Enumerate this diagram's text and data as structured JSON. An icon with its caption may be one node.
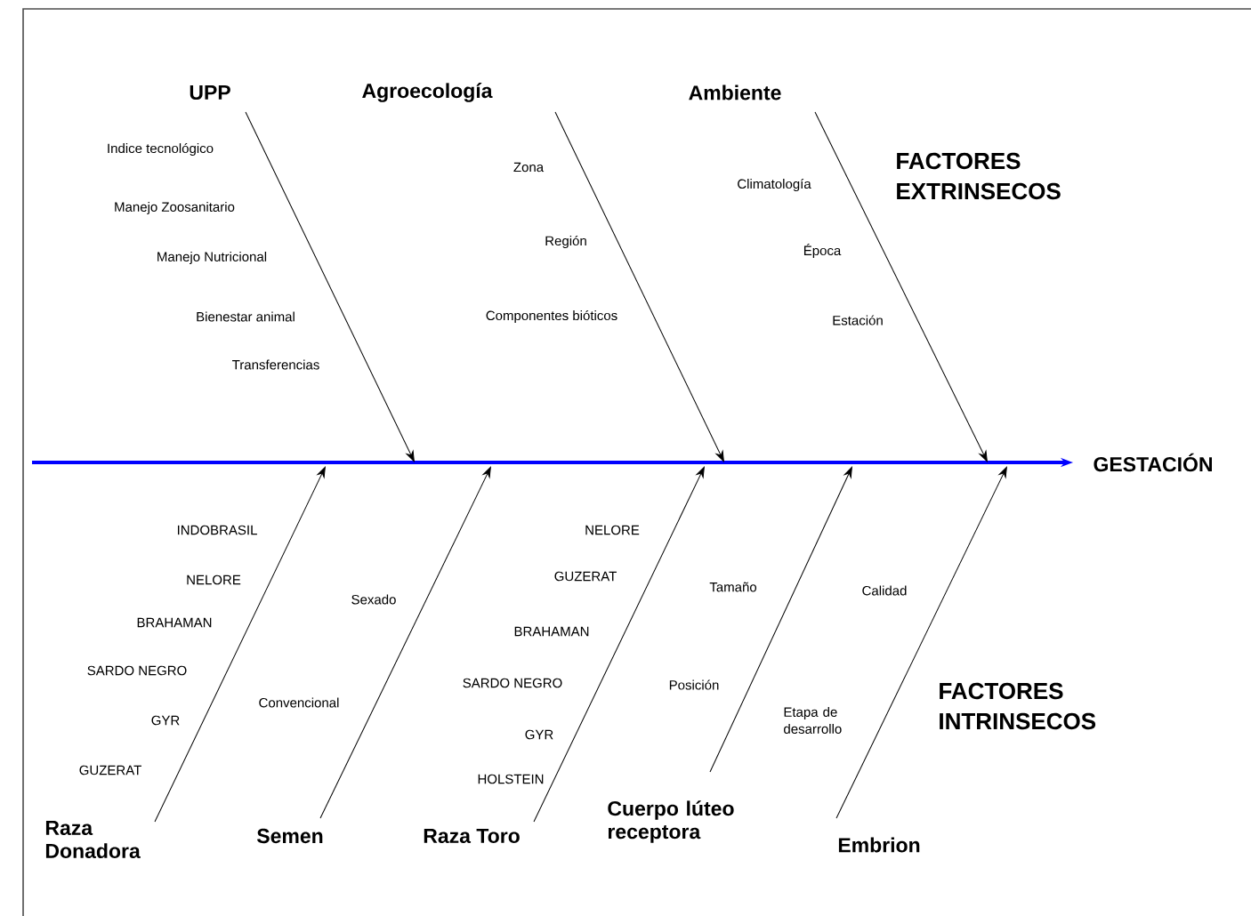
{
  "diagram": {
    "nodes": [
      {
        "text": [
          "UPP"
        ]
      },
      {
        "text": [
          "Agroecología"
        ]
      },
      {
        "text": [
          "Ambiente"
        ]
      },
      {
        "text": [
          "GESTACIÓN"
        ]
      },
      {
        "text": [
          "Raza Donadora"
        ]
      },
      {
        "text": [
          "Semen"
        ]
      },
      {
        "text": [
          "Raza Toro"
        ]
      },
      {
        "text": [
          "Cuerpo lúteo receptora"
        ]
      },
      {
        "text": [
          "Embrion"
        ]
      }
    ],
    "edges": [
      {
        "from": null,
        "to": 3,
        "arrow": "to",
        "style": "thick",
        "color": "#0000ff"
      },
      {
        "from": 0,
        "to": null,
        "arrow": "to"
      },
      {
        "from": 1,
        "to": null,
        "arrow": "to"
      },
      {
        "from": 2,
        "to": null,
        "arrow": "to"
      },
      {
        "from": 4,
        "to": null,
        "arrow": "to"
      },
      {
        "from": 5,
        "to": null,
        "arrow": "to"
      },
      {
        "from": 6,
        "to": null,
        "arrow": "to"
      },
      {
        "from": 7,
        "to": null,
        "arrow": "to"
      },
      {
        "from": 8,
        "to": null,
        "arrow": "to"
      }
    ],
    "labels": [
      "Indice tecnológico",
      "Manejo Zoosanitario",
      "Manejo Nutricional",
      "Bienestar animal",
      "Transferencias",
      "Zona",
      "Región",
      "Componentes bióticos",
      "Climatología",
      "Época",
      "Estación",
      "FACTORES EXTRINSECOS",
      "INDOBRASIL",
      "NELORE",
      "BRAHAMAN",
      "SARDO NEGRO",
      "GYR",
      "GUZERAT",
      "Sexado",
      "Convencional",
      "NELORE",
      "GUZERAT",
      "BRAHAMAN",
      "SARDO NEGRO",
      "GYR",
      "HOLSTEIN",
      "Tamaño",
      "Posición",
      "Calidad",
      "Etapa de desarrollo",
      "FACTORES INTRINSECOS"
    ]
  }
}
